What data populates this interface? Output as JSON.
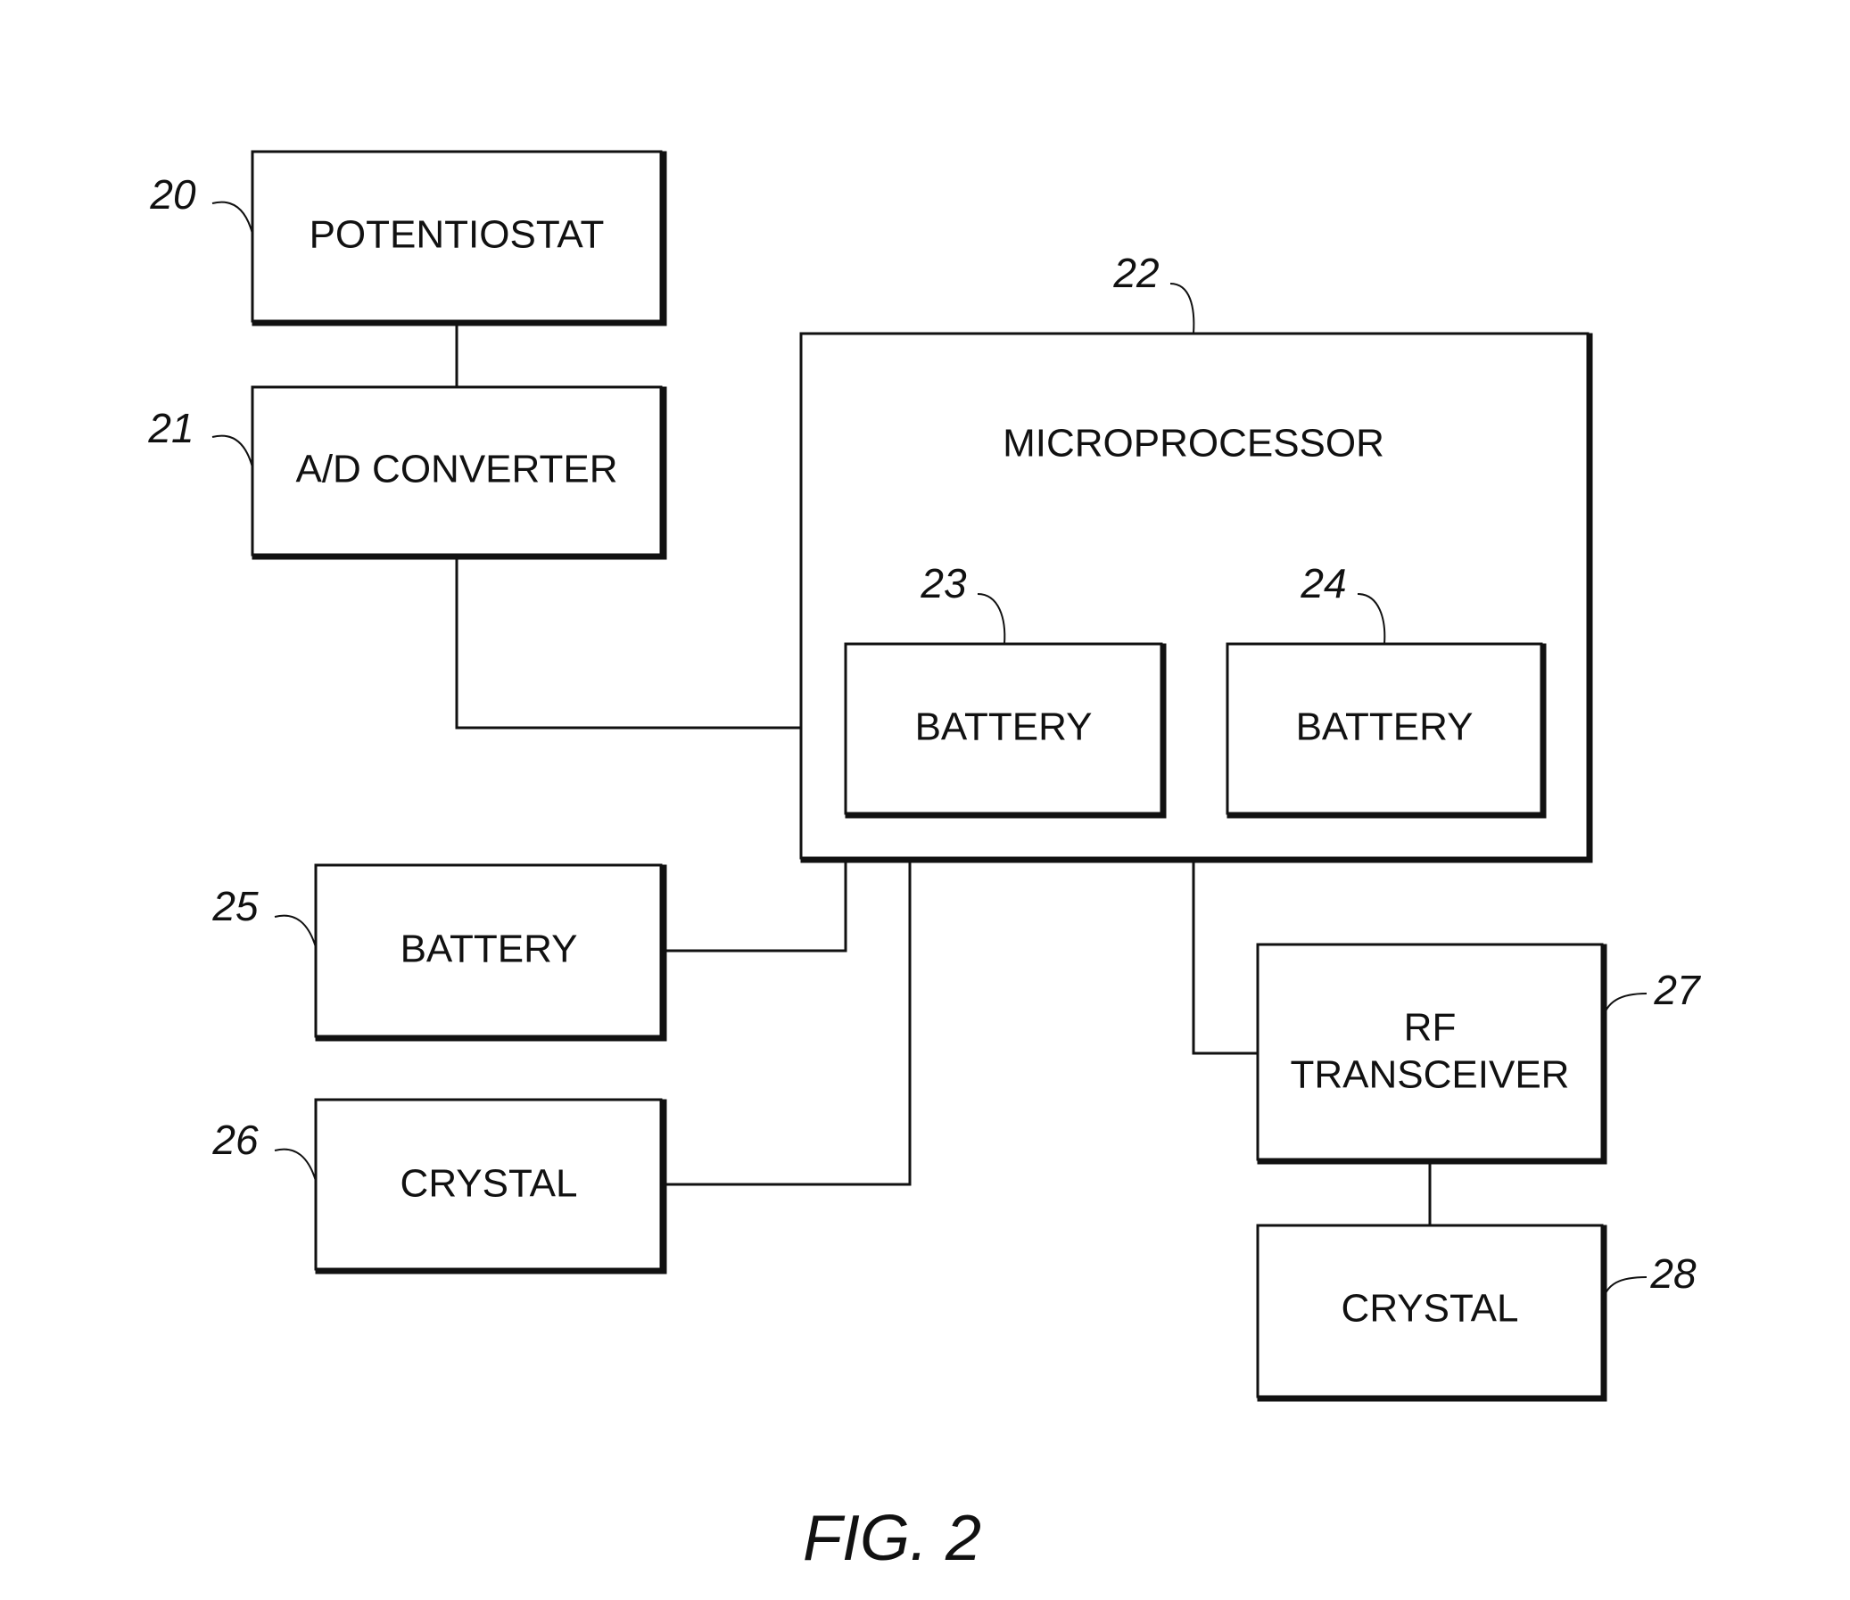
{
  "figure": {
    "caption": "FIG. 2",
    "blocks": {
      "potentiostat": {
        "ref": "20",
        "label": "POTENTIOSTAT"
      },
      "ad_converter": {
        "ref": "21",
        "label": "A/D CONVERTER"
      },
      "microprocessor": {
        "ref": "22",
        "label": "MICROPROCESSOR"
      },
      "battery_23": {
        "ref": "23",
        "label": "BATTERY"
      },
      "battery_24": {
        "ref": "24",
        "label": "BATTERY"
      },
      "battery_25": {
        "ref": "25",
        "label": "BATTERY"
      },
      "crystal_26": {
        "ref": "26",
        "label": "CRYSTAL"
      },
      "rf_transceiver": {
        "ref": "27",
        "label_line1": "RF",
        "label_line2": "TRANSCEIVER"
      },
      "crystal_28": {
        "ref": "28",
        "label": "CRYSTAL"
      }
    }
  }
}
